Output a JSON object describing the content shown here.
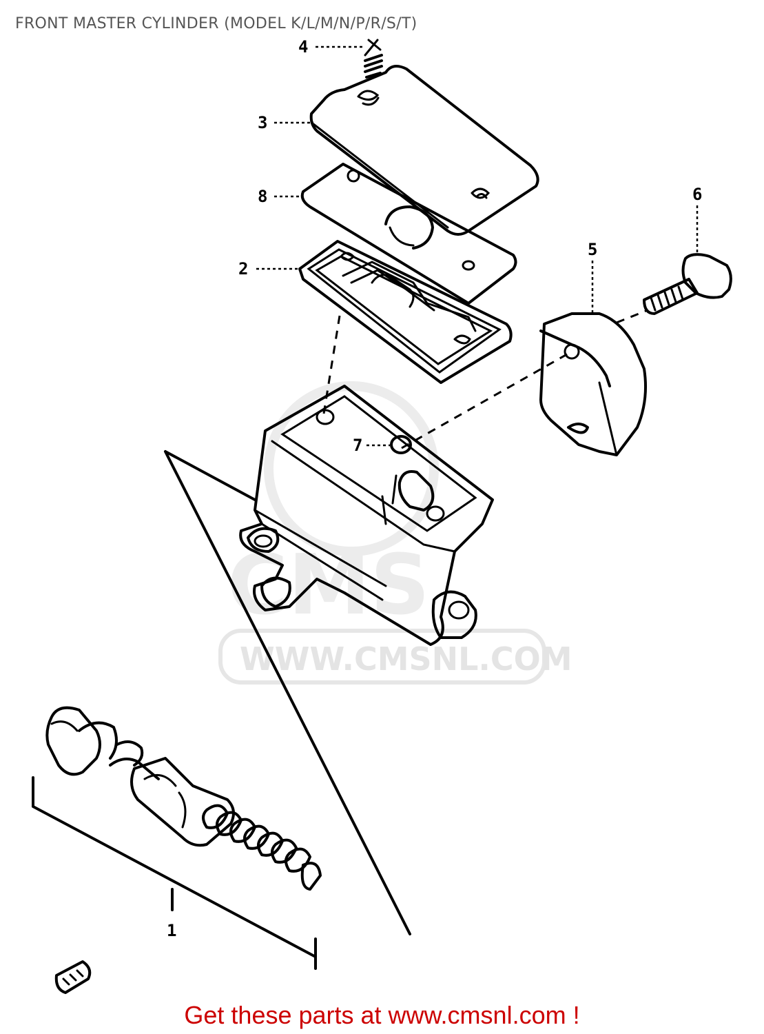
{
  "header": {
    "title": "FRONT MASTER CYLINDER (MODEL K/L/M/N/P/R/S/T)"
  },
  "watermark": {
    "big": "CMS",
    "url": "WWW.CMSNL.COM"
  },
  "callouts": [
    {
      "id": "c1",
      "label": "1"
    },
    {
      "id": "c2",
      "label": "2"
    },
    {
      "id": "c3",
      "label": "3"
    },
    {
      "id": "c4",
      "label": "4"
    },
    {
      "id": "c5",
      "label": "5"
    },
    {
      "id": "c6",
      "label": "6"
    },
    {
      "id": "c7",
      "label": "7"
    },
    {
      "id": "c8",
      "label": "8"
    }
  ],
  "footer": {
    "text": "Get these parts at www.cmsnl.com !",
    "color": "#cc0000"
  }
}
